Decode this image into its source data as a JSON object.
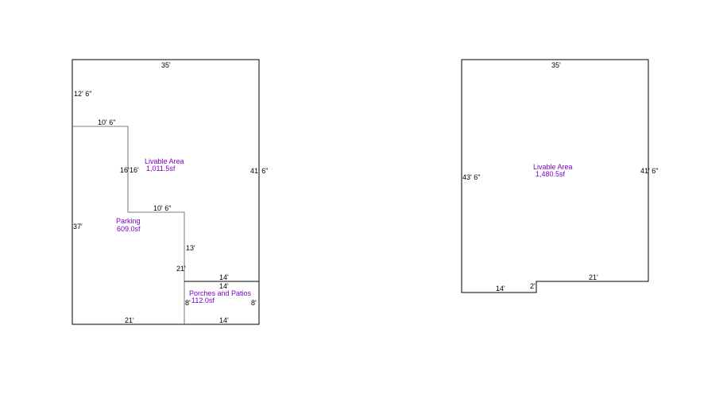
{
  "plan_left": {
    "dimensions": {
      "top": "35'",
      "left_upper": "12' 6\"",
      "left_lower": "37'",
      "right": "41' 6\"",
      "parking_top": "10' 6\"",
      "parking_step_left": "16'",
      "parking_step_right": "16'",
      "parking_mid": "10' 6\"",
      "parking_right_upper": "13'",
      "parking_right_lower": "21'",
      "porch_top_outer": "14'",
      "porch_top_inner": "14'",
      "porch_left": "8'",
      "porch_right": "8'",
      "bottom_left": "21'",
      "bottom_right": "14'"
    },
    "areas": {
      "livable_label": "Livable Area",
      "livable_value": "1,011.5sf",
      "parking_label": "Parking",
      "parking_value": "609.0sf",
      "porch_label": "Porches and Patios",
      "porch_value": "112.0sf"
    }
  },
  "plan_right": {
    "dimensions": {
      "top": "35'",
      "left": "43' 6\"",
      "right": "41' 6\"",
      "bottom_left": "14'",
      "step": "2'",
      "bottom_right": "21'"
    },
    "areas": {
      "livable_label": "Livable Area",
      "livable_value": "1,480.5sf"
    }
  },
  "colors": {
    "line": "#000000",
    "area_text": "#7a00cc"
  }
}
